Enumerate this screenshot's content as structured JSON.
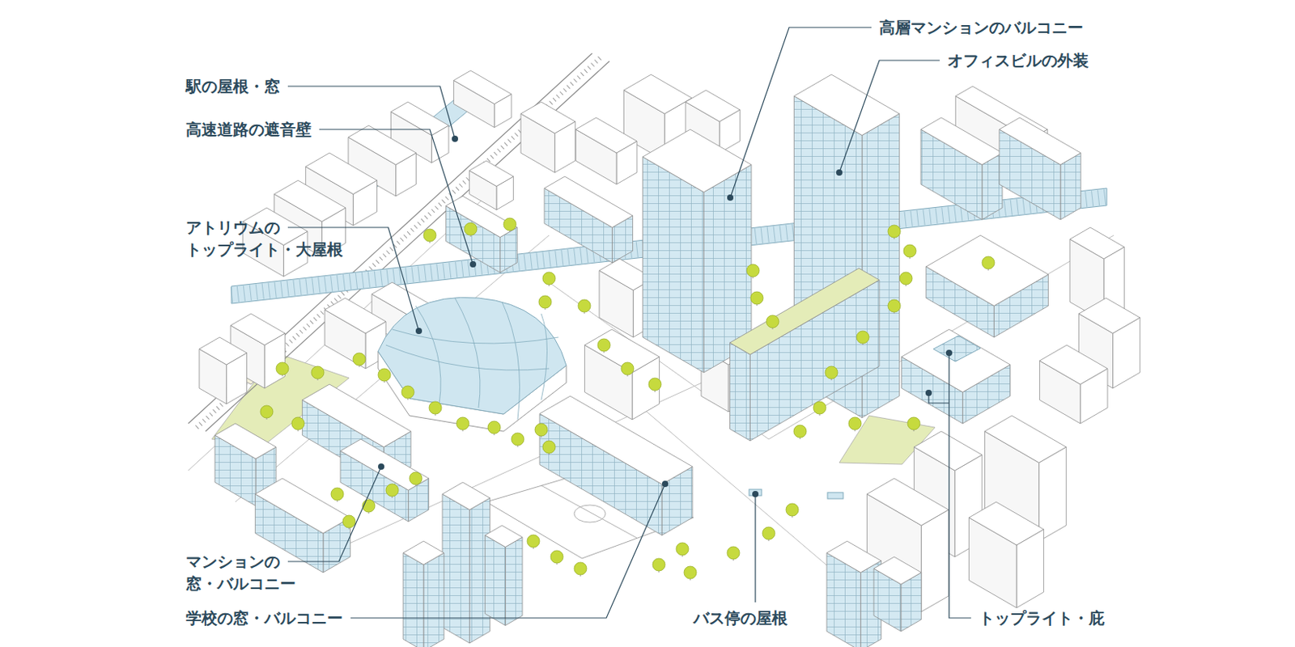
{
  "diagram": {
    "labels": [
      "高層マンションのバルコニー",
      "オフィスビルの外装",
      "駅の屋根・窓",
      "高速道路の遮音壁",
      "アトリウムの トップライト・大屋根",
      "マンションの 窓・バルコニー",
      "学校の窓・バルコニー",
      "バス停の屋根",
      "トップライト・庇"
    ]
  }
}
